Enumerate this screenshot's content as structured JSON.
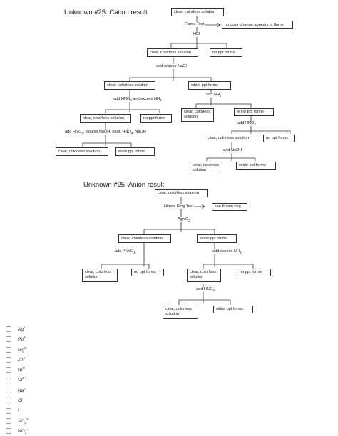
{
  "cation": {
    "title": "Unknown #25: Cation result",
    "start": "clear, colorless solution",
    "flame_test": "Flame Test",
    "flame_result": "no color change appears in flame",
    "hcl": "HCl",
    "hcl_clear": "clear, colorless solution",
    "hcl_noppt": "no ppt forms",
    "naoh": "add excess NaOH",
    "naoh_clear": "clear, colorless solution",
    "naoh_white": "white ppt forms",
    "nh3_white_label": "add NH",
    "nh3_white_clear": "clear, colorless solution",
    "nh3_white_ppt": "white ppt forms",
    "hno3_label": "add HNO",
    "hno3_clear": "clear, colorless solution",
    "hno3_noppt": "no ppt forms",
    "naoh2_label": "add NaOH",
    "naoh2_clear": "clear, colorless solution",
    "naoh2_white": "white ppt forms",
    "hno3nh3_label_a": "add HNO",
    "hno3nh3_label_b": " and excess NH",
    "hno3nh3_clear": "clear, colorless solution",
    "hno3nh3_noppt": "no ppt forms",
    "final_label_a": "add HNO",
    "final_label_b": ", excess NaOH, heat, HNO",
    "final_label_c": ", NaOH",
    "final_clear": "clear, colorless solution",
    "final_white": "white ppt forms"
  },
  "anion": {
    "title": "Unknown #25: Anion result",
    "start": "clear, colorless solution",
    "ring_test": "Nitrate Ring Test",
    "ring_result": "see brown ring",
    "agno3": "AgNO",
    "ag_clear": "clear, colorless solution",
    "ag_white": "white ppt forms",
    "pb_label": "add PbNO",
    "pb_clear": "clear, colorless solution",
    "pb_noppt": "no ppt forms",
    "nh3_label": "add excess NH",
    "nh3_clear": "clear, colorless solution",
    "nh3_noppt": "no ppt forms",
    "hno3_label": "add HNO",
    "hno3_clear": "clear, colorless solution",
    "hno3_white": "white ppt forms"
  },
  "options": [
    {
      "base": "Ag",
      "sup": "+",
      "sub": ""
    },
    {
      "base": "Pb",
      "sup": "2+",
      "sub": ""
    },
    {
      "base": "Mg",
      "sup": "2+",
      "sub": ""
    },
    {
      "base": "Zn",
      "sup": "2+",
      "sub": ""
    },
    {
      "base": "Ni",
      "sup": "2+",
      "sub": ""
    },
    {
      "base": "Cr",
      "sup": "3+",
      "sub": ""
    },
    {
      "base": "Na",
      "sup": "+",
      "sub": ""
    },
    {
      "base": "Cl",
      "sup": "-",
      "sub": ""
    },
    {
      "base": "I",
      "sup": "-",
      "sub": ""
    },
    {
      "base": "SO",
      "sup": "2-",
      "sub": "4"
    },
    {
      "base": "NO",
      "sup": "-",
      "sub": "3"
    }
  ]
}
